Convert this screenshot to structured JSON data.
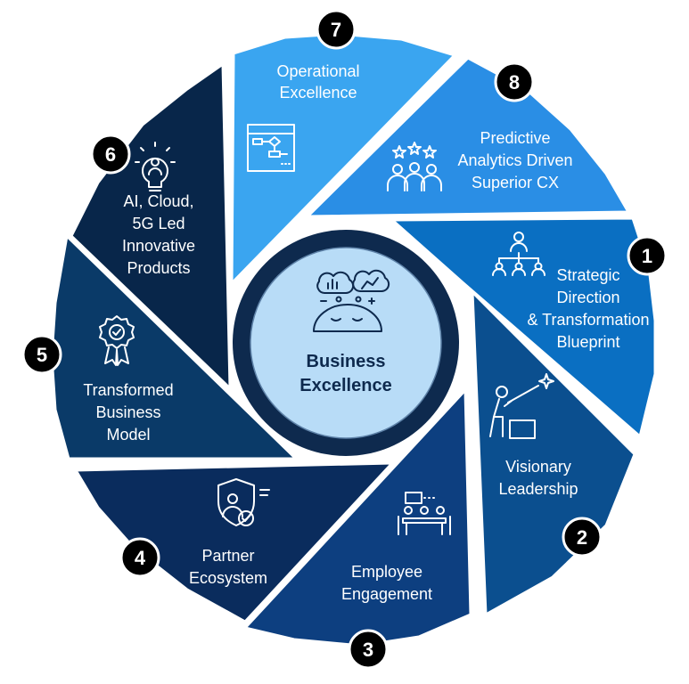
{
  "center": {
    "title_line1": "Business",
    "title_line2": "Excellence",
    "icon": "mindfulness-head-icon"
  },
  "segments": [
    {
      "number": "1",
      "lines": [
        "Strategic",
        "Direction",
        "& Transformation",
        "Blueprint"
      ],
      "color": "#0a6fc2",
      "icon": "org-chart-icon"
    },
    {
      "number": "2",
      "lines": [
        "Visionary",
        "Leadership"
      ],
      "color": "#0b4f8f",
      "icon": "visionary-telescope-icon"
    },
    {
      "number": "3",
      "lines": [
        "Employee",
        "Engagement"
      ],
      "color": "#0d3f80",
      "icon": "team-meeting-icon"
    },
    {
      "number": "4",
      "lines": [
        "Partner",
        "Ecosystem"
      ],
      "color": "#0a2c5d",
      "icon": "partner-shield-icon"
    },
    {
      "number": "5",
      "lines": [
        "Transformed",
        "Business",
        "Model"
      ],
      "color": "#0a3a68",
      "icon": "quality-badge-icon"
    },
    {
      "number": "6",
      "lines": [
        "AI, Cloud,",
        "5G Led",
        "Innovative",
        "Products"
      ],
      "color": "#08264a",
      "icon": "idea-bulb-person-icon"
    },
    {
      "number": "7",
      "lines": [
        "Operational",
        "Excellence"
      ],
      "color": "#3aa5f0",
      "icon": "flowchart-icon"
    },
    {
      "number": "8",
      "lines": [
        "Predictive",
        "Analytics Driven",
        "Superior CX"
      ],
      "color": "#2a8ee5",
      "icon": "rated-customers-icon"
    }
  ],
  "colors": {
    "center_fill": "#b8dcf7",
    "ring": "#0e2a4e",
    "badge": "#000000"
  }
}
